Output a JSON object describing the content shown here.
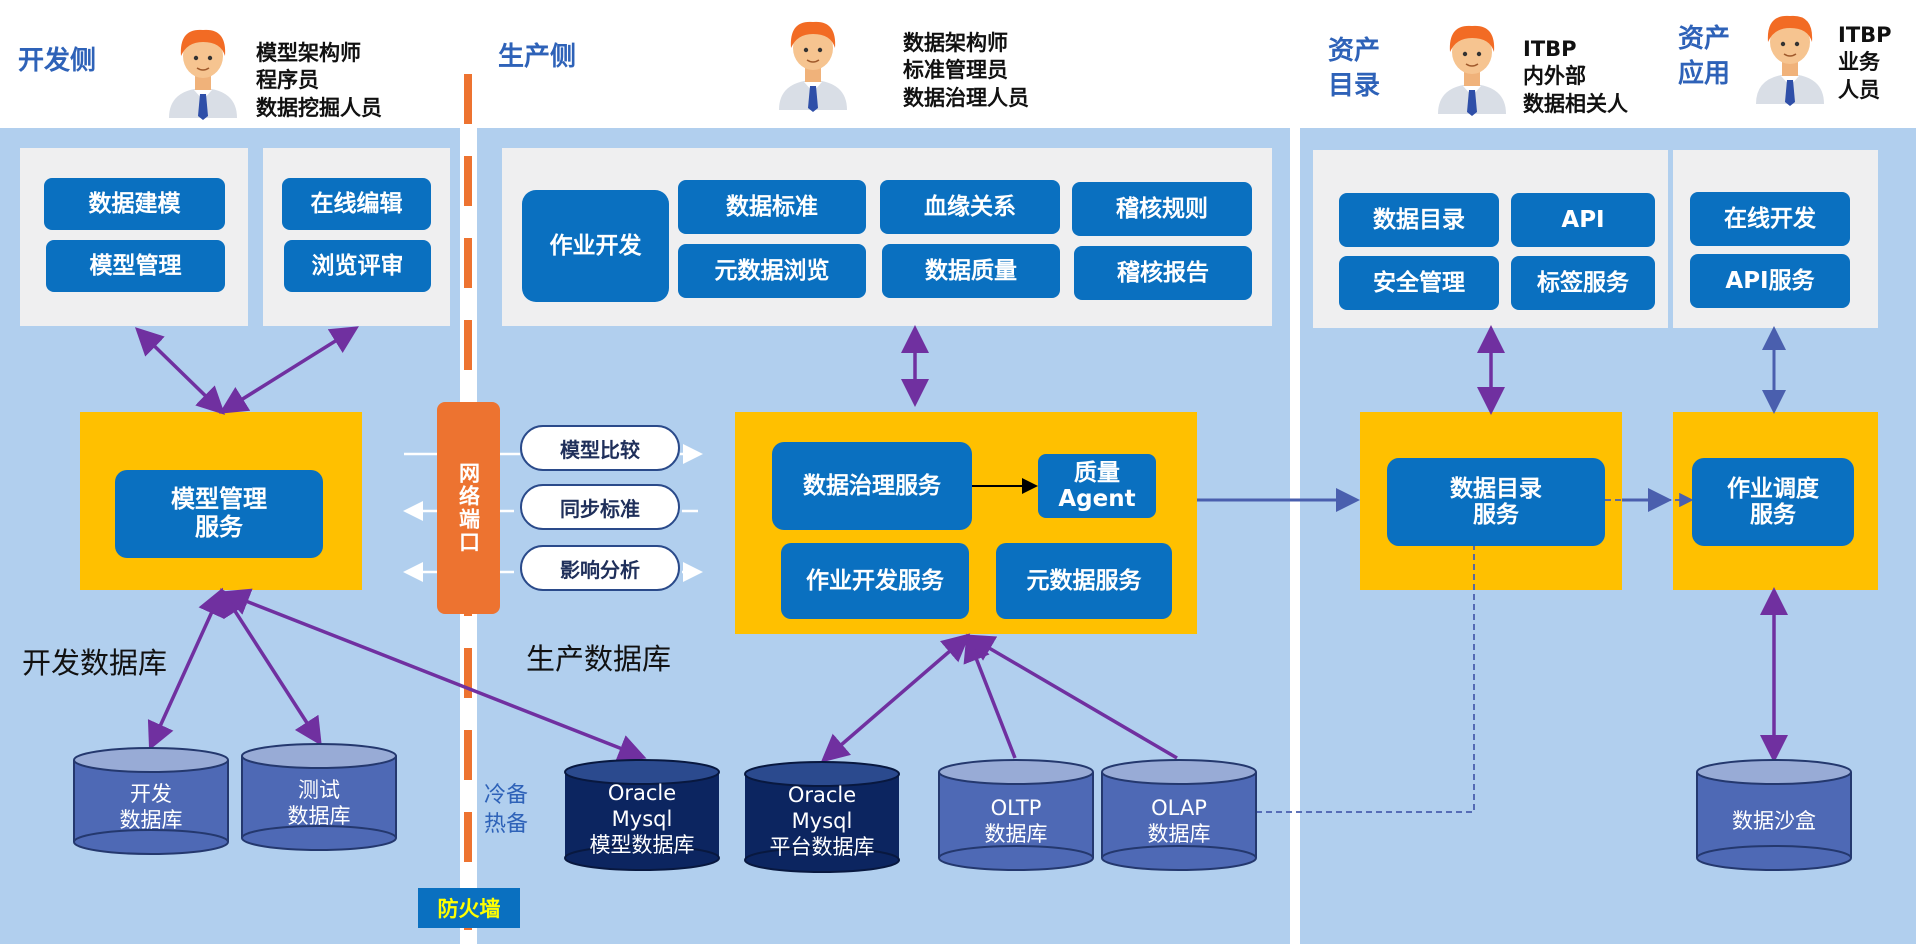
{
  "dev": {
    "title": "开发侧",
    "roles": "模型架构师\n程序员\n数据挖掘人员",
    "btn_modeling": "数据建模",
    "btn_model_mgmt": "模型管理",
    "btn_online_edit": "在线编辑",
    "btn_browse_review": "浏览评审",
    "service": "模型管理\n服务",
    "db_label": "开发数据库",
    "db_dev": "开发\n数据库",
    "db_test": "测试\n数据库"
  },
  "firewall": {
    "port": "网络端口",
    "label": "防火墙",
    "backup": "冷备\n热备"
  },
  "sync": {
    "compare": "模型比较",
    "sync_std": "同步标准",
    "impact": "影响分析"
  },
  "prod": {
    "title": "生产侧",
    "roles": "数据架构师\n标准管理员\n数据治理人员",
    "btn_job_dev": "作业开发",
    "btn_std": "数据标准",
    "btn_lineage": "血缘关系",
    "btn_audit_rule": "稽核规则",
    "btn_meta_browse": "元数据浏览",
    "btn_quality": "数据质量",
    "btn_audit_report": "稽核报告",
    "svc_governance": "数据治理服务",
    "svc_agent": "质量\nAgent",
    "svc_job_dev": "作业开发服务",
    "svc_meta": "元数据服务",
    "db_label": "生产数据库",
    "db_model": "Oracle\nMysql\n模型数据库",
    "db_platform": "Oracle\nMysql\n平台数据库",
    "db_oltp": "OLTP\n数据库",
    "db_olap": "OLAP\n数据库"
  },
  "catalog": {
    "title": "资产\n目录",
    "roles": "ITBP\n内外部\n数据相关人",
    "btn_catalog": "数据目录",
    "btn_api": "API",
    "btn_security": "安全管理",
    "btn_tag": "标签服务",
    "service": "数据目录\n服务"
  },
  "app": {
    "title": "资产\n应用",
    "roles": "ITBP\n业务\n人员",
    "btn_online_dev": "在线开发",
    "btn_api_service": "API服务",
    "service": "作业调度\n服务",
    "db_sandbox": "数据沙盒"
  }
}
